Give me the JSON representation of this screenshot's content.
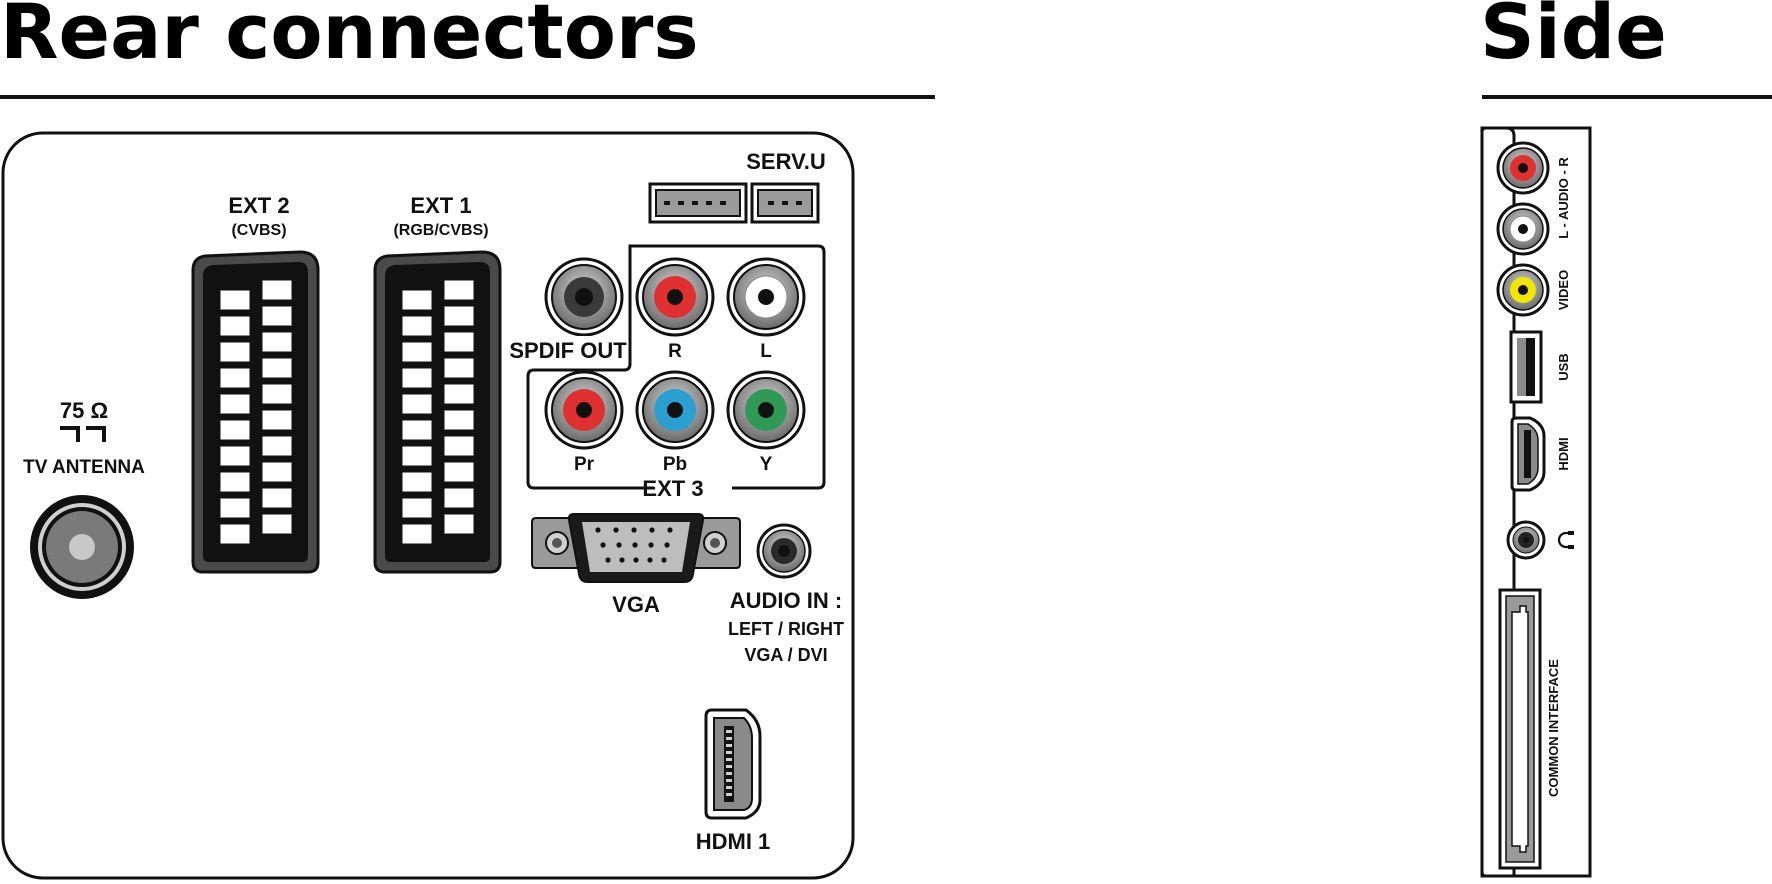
{
  "headings": {
    "rear": "Rear connectors",
    "side": "Side"
  },
  "rear": {
    "antenna": {
      "ohm": "75 Ω",
      "label": "TV ANTENNA"
    },
    "ext2": {
      "title": "EXT 2",
      "sub": "(CVBS)"
    },
    "ext1": {
      "title": "EXT 1",
      "sub": "(RGB/CVBS)"
    },
    "serv": "SERV.U",
    "spdif": "SPDIF OUT",
    "ext3": {
      "label": "EXT 3",
      "r": "R",
      "l": "L",
      "pr": "Pr",
      "pb": "Pb",
      "y": "Y"
    },
    "vga": "VGA",
    "audio_in": {
      "line1": "AUDIO IN :",
      "line2": "LEFT / RIGHT",
      "line3": "VGA / DVI"
    },
    "hdmi": "HDMI 1"
  },
  "side": {
    "audio": "L - AUDIO - R",
    "video": "VIDEO",
    "usb": "USB",
    "hdmi": "HDMI",
    "common_interface": "COMMON INTERFACE"
  },
  "colors": {
    "red": "#e03030",
    "white": "#ffffff",
    "yellow": "#f2e600",
    "blue": "#2aa0d0",
    "green": "#2e9a55",
    "grey": "#9a9a9a",
    "dark": "#1a1a1a"
  }
}
